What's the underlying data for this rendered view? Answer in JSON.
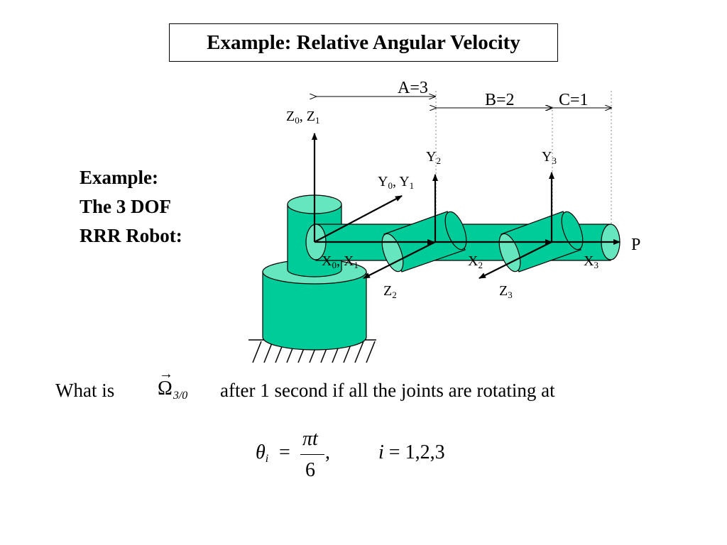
{
  "slide": {
    "title": "Example: Relative Angular Velocity",
    "side_text": [
      "Example:",
      "The 3 DOF",
      "RRR Robot:"
    ]
  },
  "figure": {
    "dims": {
      "a": "A=3",
      "b": "B=2",
      "c": "C=1"
    },
    "labels": {
      "z01": "Z",
      "z01_sub": "0",
      "z01_sep": ", Z",
      "z01_sub2": "1",
      "y01": "Y",
      "y01_sub": "0",
      "y01_sep": ", Y",
      "y01_sub2": "1",
      "x01": "X",
      "x01_sub": "0",
      "x01_sep": ", X",
      "x01_sub2": "1",
      "y2": "Y",
      "y2_sub": "2",
      "y3": "Y",
      "y3_sub": "3",
      "x2": "X",
      "x2_sub": "2",
      "x3": "X",
      "x3_sub": "3",
      "z2": "Z",
      "z2_sub": "2",
      "z3": "Z",
      "z3_sub": "3",
      "p": "P"
    },
    "link_color": "#00CC99",
    "joint_color": "#66E6BF"
  },
  "question": {
    "prefix": "What is",
    "omega_symbol": "Ω",
    "omega_arrow": "→",
    "omega_sub": "3/0",
    "suffix": "after 1 second if all the joints are rotating at"
  },
  "formula": {
    "theta": "θ",
    "theta_sub": "i",
    "equals": "=",
    "numerator": "πt",
    "denominator": "6",
    "comma": ",",
    "index_var": "i",
    "index_rest": " = 1,2,3"
  }
}
